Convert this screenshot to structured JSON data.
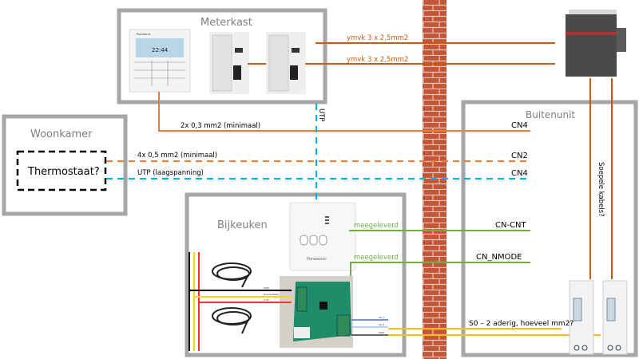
{
  "colors": {
    "box_border": "#a6a6a6",
    "power": "#c55a11",
    "orange": "#ed7d31",
    "utp": "#00b0f0",
    "green": "#70ad47",
    "yellow": "#ffc000",
    "brick": "#c0503a",
    "label_gray": "#7f7f7f"
  },
  "rooms": {
    "meterkast": "Meterkast",
    "woonkamer": "Woonkamer",
    "buitenunit": "Buitenunit",
    "bijkeuken": "Bijkeuken"
  },
  "thermostat": "Thermostaat?",
  "cables": {
    "power_1": "ymvk 3 x 2,5mm2",
    "power_2": "ymvk 3 x 2,5mm2",
    "remote": "2x 0,3 mm2 (minimaal)",
    "thermo_power": "4x 0,5 mm2 (minimaal)",
    "thermo_utp": "UTP (laagspanning)",
    "utp_vertical": "UTP",
    "cnt": "meegeleverd",
    "nmode": "meegeleverd",
    "s0": "S0 – 2 aderig, hoeveel mm2?",
    "flex": "Soepele kabels?"
  },
  "connectors": {
    "cn4_a": "CN4",
    "cn2": "CN2",
    "cn4_b": "CN4",
    "cn_cnt": "CN-CNT",
    "cn_nmode": "CN_NMODE"
  },
  "devices": {
    "remote_brand": "Panasonic",
    "remote_time": "22:44",
    "adapter_brand": "Panasonic",
    "sensor_wires": [
      "GND",
      "Dsense/Data",
      "3.3V"
    ],
    "board_wires": [
      "S0_1",
      "S0_2",
      "GND"
    ]
  }
}
